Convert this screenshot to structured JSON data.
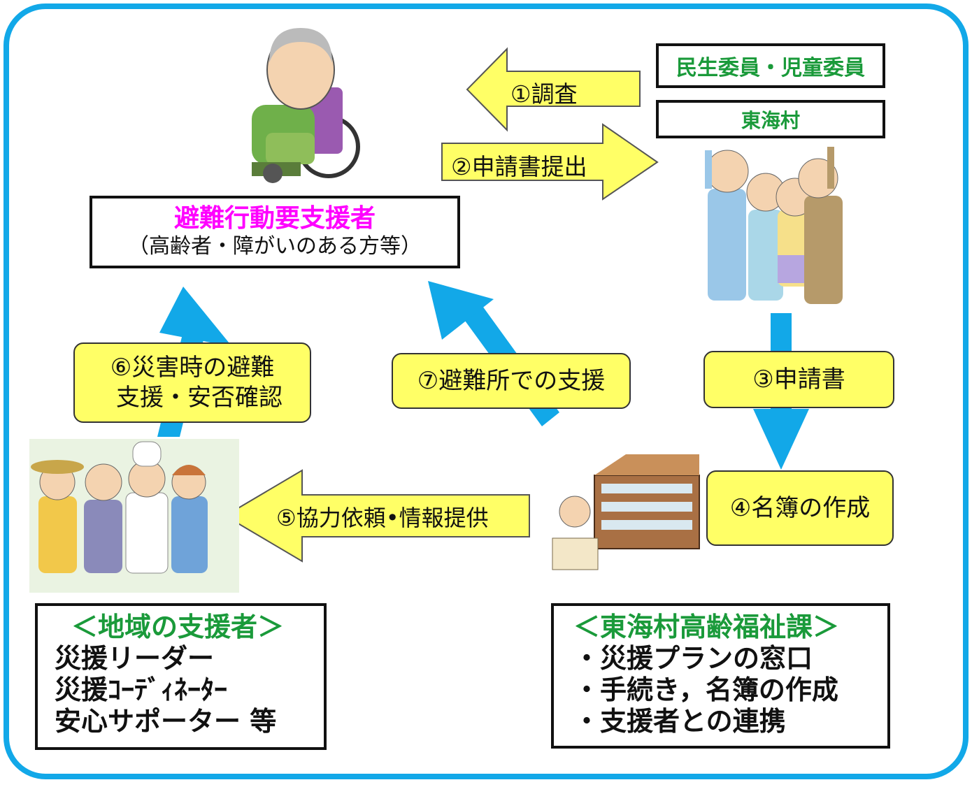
{
  "colors": {
    "frame": "#12a8e8",
    "arrow_blue": "#12a8e8",
    "arrow_yellow": "#ffff66",
    "label_green": "#1a9a3a",
    "title_magenta": "#ff00ff"
  },
  "top_right": {
    "box1": "民生委員・児童委員",
    "box2": "東海村"
  },
  "target": {
    "title": "避難行動要支援者",
    "subtitle": "（高齢者・障がいのある方等）"
  },
  "arrows": {
    "step1": "①調査",
    "step2": "②申請書提出",
    "step5": "⑤協力依頼•情報提供"
  },
  "steps": {
    "step3": "③申請書",
    "step4": "④名簿の作成",
    "step6_line1": "⑥災害時の避難",
    "step6_line2": "支援・安否確認",
    "step7": "⑦避難所での支援"
  },
  "community": {
    "heading": "＜地域の支援者＞",
    "items": [
      "災援リーダー",
      "災援ｺｰﾃﾞｨﾈｰﾀｰ",
      "安心サポーター 等"
    ]
  },
  "office": {
    "heading": "＜東海村高齢福祉課＞",
    "items": [
      "・災援プランの窓口",
      "・手続き，名簿の作成",
      "・支援者との連携"
    ]
  },
  "illustrations": [
    "elderly-wheelchair",
    "elderly-group",
    "municipal-office",
    "community-helpers"
  ]
}
